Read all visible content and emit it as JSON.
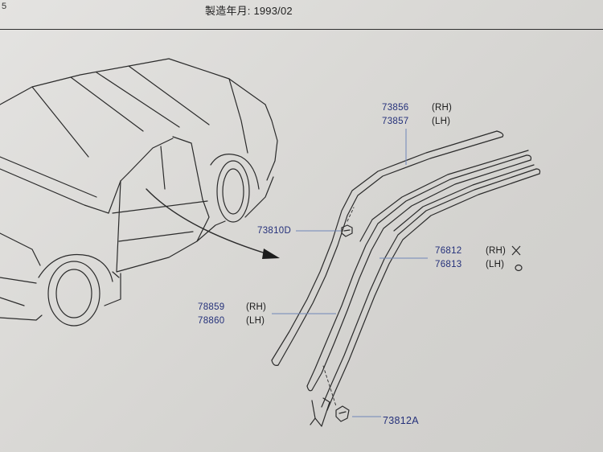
{
  "header": {
    "corner_mark": "5",
    "production_date_label": "製造年月:",
    "production_date_value": "1993/02"
  },
  "parts": {
    "p73856": {
      "number": "73856",
      "side": "(RH)"
    },
    "p73857": {
      "number": "73857",
      "side": "(LH)"
    },
    "p73810D": {
      "number": "73810D"
    },
    "p76812": {
      "number": "76812",
      "side": "(RH)",
      "mark": "✕"
    },
    "p76813": {
      "number": "76813",
      "side": "(LH)",
      "mark": "○"
    },
    "p78859": {
      "number": "78859",
      "side": "(RH)"
    },
    "p78860": {
      "number": "78860",
      "side": "(LH)"
    },
    "p73812A": {
      "number": "73812A"
    }
  },
  "colors": {
    "part_number": "#24307a",
    "leader_line": "#6f86b8",
    "line_art": "#2b2b2b"
  }
}
